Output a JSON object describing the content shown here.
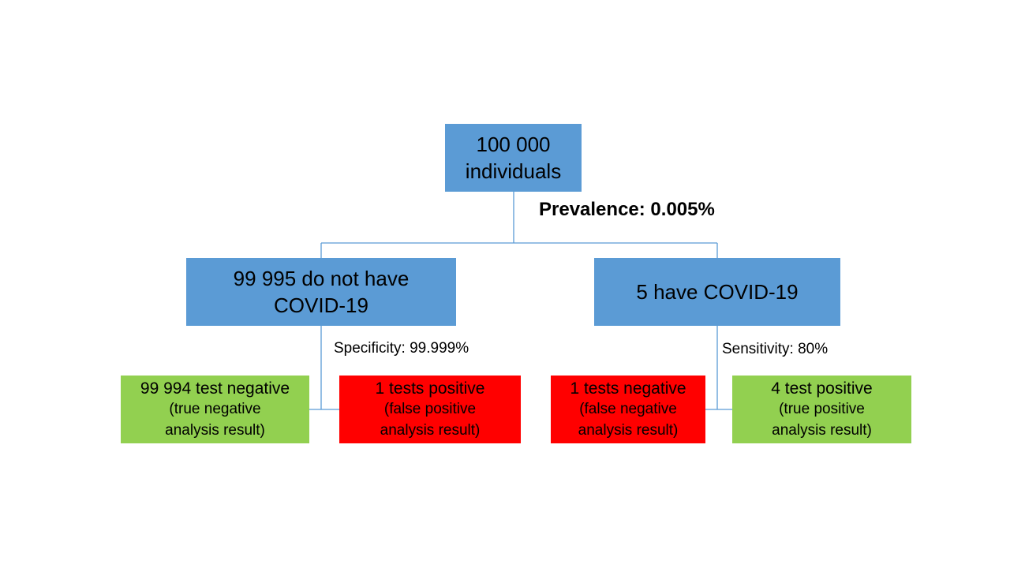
{
  "root": {
    "line1": "100 000",
    "line2": "individuals"
  },
  "prevalence_label": "Prevalence: 0.005%",
  "left_branch": {
    "line1": "99 995 do not have",
    "line2": "COVID-19",
    "metric_label": "Specificity: 99.999%",
    "outcomes": [
      {
        "head": "99 994 test negative",
        "sub1": "(true negative",
        "sub2": "analysis result)",
        "color": "#92d050"
      },
      {
        "head": "1 tests positive",
        "sub1": "(false positive",
        "sub2": "analysis result)",
        "color": "#ff0000"
      }
    ]
  },
  "right_branch": {
    "line1": "5 have COVID-19",
    "metric_label": "Sensitivity: 80%",
    "outcomes": [
      {
        "head": "1 tests negative",
        "sub1": "(false negative",
        "sub2": "analysis result)",
        "color": "#ff0000"
      },
      {
        "head": "4 test positive",
        "sub1": "(true positive",
        "sub2": "analysis result)",
        "color": "#92d050"
      }
    ]
  },
  "colors": {
    "node": "#5b9bd5",
    "connector": "#5b9bd5"
  }
}
